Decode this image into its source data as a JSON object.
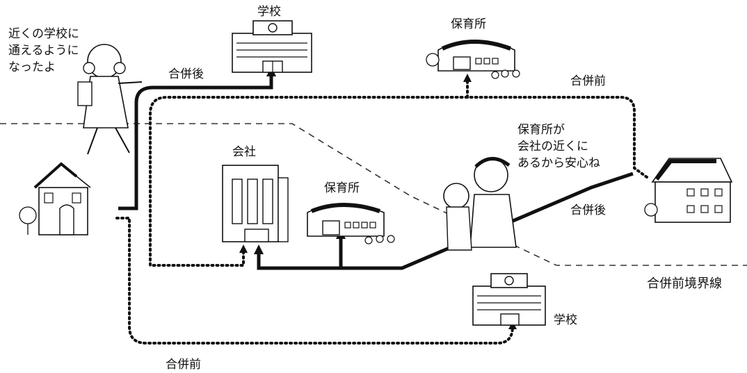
{
  "labels": {
    "school_top": "学校",
    "nursery_top": "保育所",
    "company": "会社",
    "nursery_mid": "保育所",
    "school_bottom": "学校",
    "after_merger_top": "合併後",
    "before_merger_top": "合併前",
    "after_merger_right": "合併後",
    "before_merger_bottom": "合併前",
    "boundary_line": "合併前境界線"
  },
  "speech": {
    "child_line1": "近くの学校に",
    "child_line2": "通えるように",
    "child_line3": "なったよ",
    "mother_line1": "保育所が",
    "mother_line2": "会社の近くに",
    "mother_line3": "あるから安心ね"
  }
}
